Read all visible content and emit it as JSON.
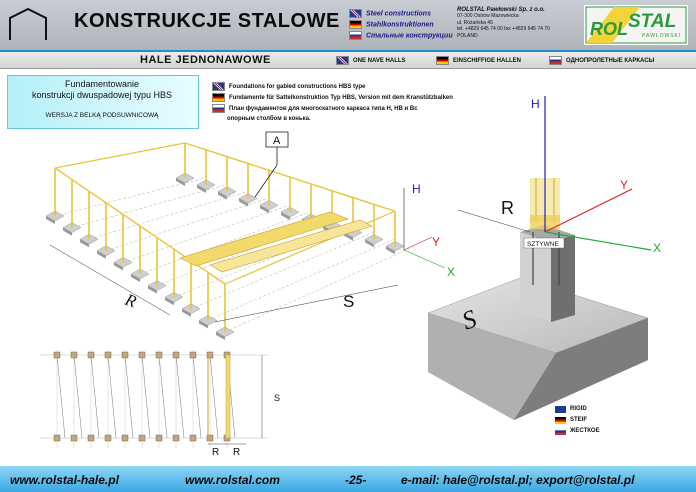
{
  "header": {
    "title": "KONSTRUKCJE STALOWE",
    "lang_en": "Steel constructions",
    "lang_de": "Stahlkonstruktionen",
    "lang_ru": "Стальные конструкции",
    "company_name": "ROLSTAL Pawłowski Sp. z o.o.",
    "company_addr1": "07-300 Ostrów Mazowiecka",
    "company_addr2": "ul. Różańska 45",
    "company_phone": "tel. +4829 645 74 00  fax +4829 645 74 70",
    "company_country": "POLAND",
    "brand_rol": "ROL",
    "brand_stal": "STAL",
    "brand_sub": "PAWŁOWSKI"
  },
  "subheader": {
    "title": "HALE JEDNONAWOWE",
    "en": "ONE NAVE HALLS",
    "de": "EINSCHIFFIGE HALLEN",
    "ru": "ОДНОПРОЛЕТНЫЕ КАРКАСЫ"
  },
  "caption": {
    "line1": "Fundamentowanie",
    "line2": "konstrukcji dwuspadowej typu HBS",
    "line3": "WERSJA Z BELKĄ PODSUWNICOWĄ"
  },
  "descriptions": {
    "en": "Foundations for gabled constructions HBS type",
    "de": "Fundamente für Sattelkonstruktion Typ HBS, Version mit dem Kranstützbalken",
    "ru1": "План фундаментов для многоскатного каркаса типа Н, НВ и Вс",
    "ru2": "опорным столбом в конька."
  },
  "labels": {
    "A": "A",
    "H": "H",
    "Y": "Y",
    "X": "X",
    "R": "R",
    "S": "S",
    "sztywne": "SZTYWNE",
    "plan_s": "S",
    "plan_r": "R"
  },
  "legend": {
    "rigid": "RIGID",
    "steif": "STEIF",
    "zhestkoe": "ЖЕСТКОЕ"
  },
  "footer": {
    "site1": "www.rolstal-hale.pl",
    "site2": "www.rolstal.com",
    "page": "-25-",
    "email": "e-mail: hale@rolstal.pl; export@rolstal.pl"
  },
  "colors": {
    "accent_blue": "#1f8fd0",
    "footer_blue": "#3aa8e2",
    "frame_yellow": "#e8c43a",
    "brand_green": "#2a9a3a",
    "axis_blue": "#2222bb",
    "axis_red": "#dd2222",
    "axis_green": "#22aa33"
  }
}
